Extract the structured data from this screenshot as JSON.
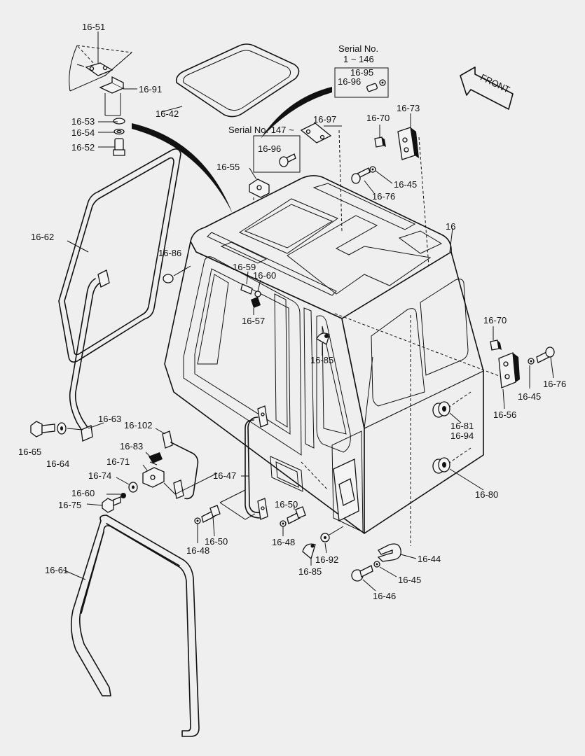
{
  "diagram": {
    "front_arrow": "FRONT",
    "serial_a": {
      "line1": "Serial No.",
      "line2": "1 ~ 146"
    },
    "serial_b": "Serial No. 147 ~",
    "labels": {
      "l16_51": "16-51",
      "l16_91": "16-91",
      "l16_53": "16-53",
      "l16_54": "16-54",
      "l16_52": "16-52",
      "l16_42": "16-42",
      "l16_95": "16-95",
      "l16_96a": "16-96",
      "l16_97": "16-97",
      "l16_96b": "16-96",
      "l16_70a": "16-70",
      "l16_73": "16-73",
      "l16_55": "16-55",
      "l16_45a": "16-45",
      "l16_76a": "16-76",
      "l16_62": "16-62",
      "l16_16": "16",
      "l16_86": "16-86",
      "l16_59": "16-59",
      "l16_60a": "16-60",
      "l16_57": "16-57",
      "l16_70b": "16-70",
      "l16_85a": "16-85",
      "l16_76b": "16-76",
      "l16_45b": "16-45",
      "l16_56": "16-56",
      "l16_63": "16-63",
      "l16_102": "16-102",
      "l16_65": "16-65",
      "l16_64": "16-64",
      "l16_81": "16-81",
      "l16_94": "16-94",
      "l16_83": "16-83",
      "l16_71": "16-71",
      "l16_74": "16-74",
      "l16_47": "16-47",
      "l16_80": "16-80",
      "l16_60b": "16-60",
      "l16_75": "16-75",
      "l16_50a": "16-50",
      "l16_48a": "16-48",
      "l16_50b": "16-50",
      "l16_48b": "16-48",
      "l16_92": "16-92",
      "l16_44": "16-44",
      "l16_85b": "16-85",
      "l16_45c": "16-45",
      "l16_46": "16-46",
      "l16_61": "16-61"
    }
  }
}
